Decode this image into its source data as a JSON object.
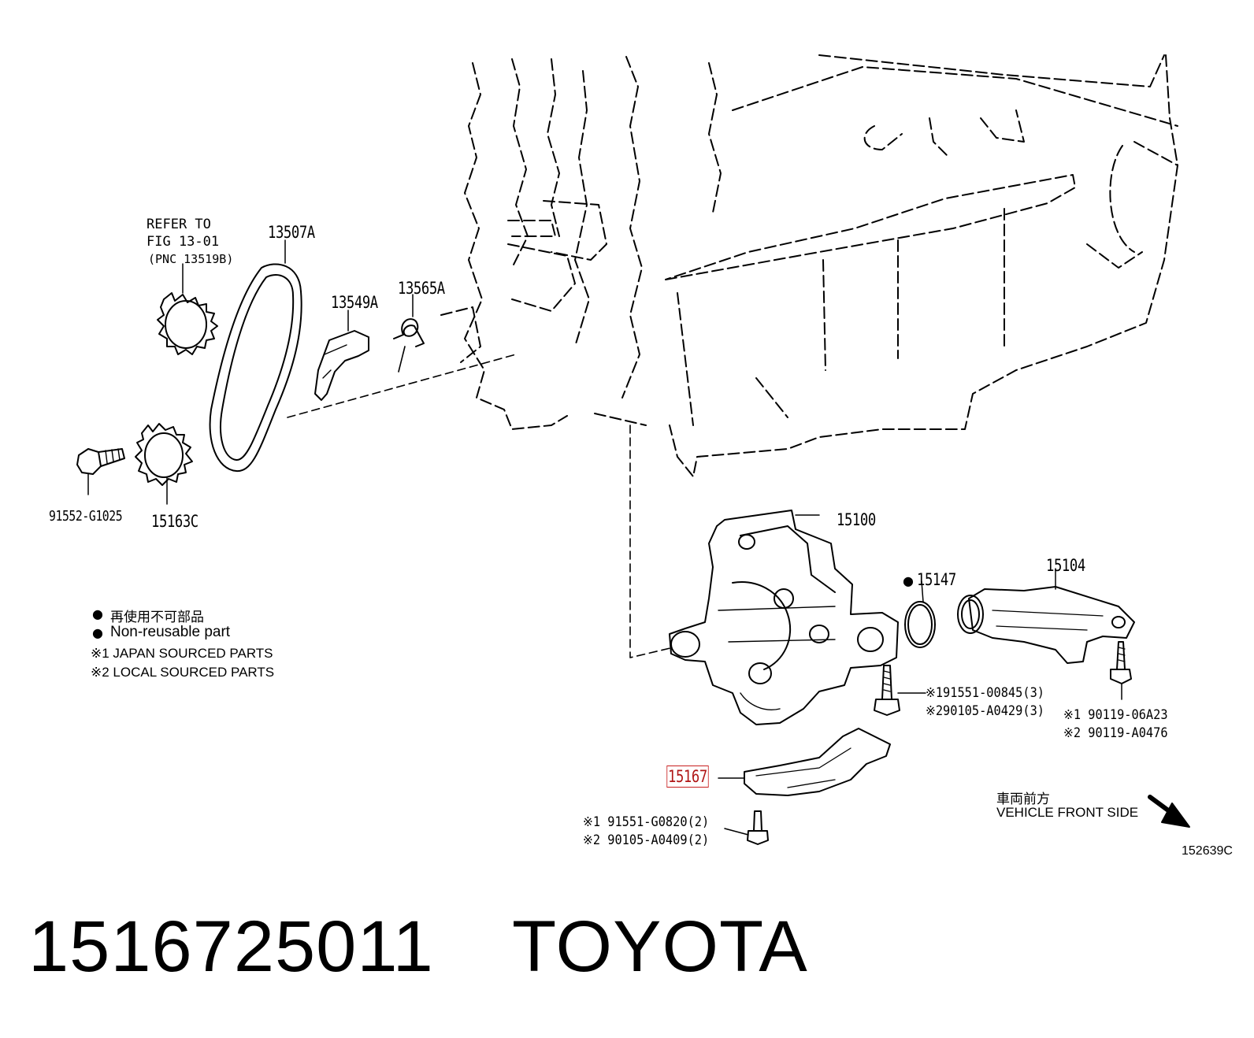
{
  "diagram": {
    "refer": {
      "line1": "REFER TO",
      "line2": "FIG 13-01",
      "line3": "(PNC 13519B)"
    },
    "parts": {
      "chain": "13507A",
      "slipper": "13549A",
      "spring": "13565A",
      "bolt": "91552-G1025",
      "sprocket": "15163C",
      "pump": "15100",
      "gasket": "15147",
      "strainer": "15104",
      "plate": "15167"
    },
    "bolt_refs": {
      "pump_bolt_1": "※191551-00845(3)",
      "pump_bolt_2": "※290105-A0429(3)",
      "strainer_bolt_1": "※1 90119-06A23",
      "strainer_bolt_2": "※2 90119-A0476",
      "plate_bolt_1": "※1 91551-G0820(2)",
      "plate_bolt_2": "※2 90105-A0409(2)"
    },
    "legend": {
      "jp_nonreusable": "再使用不可部品",
      "nonreusable": "Non-reusable part",
      "japan_sourced": "※1 JAPAN SOURCED PARTS",
      "local_sourced": "※2 LOCAL SOURCED PARTS"
    },
    "front": {
      "jp": "車両前方",
      "en": "VEHICLE FRONT SIDE"
    },
    "illustration_id": "152639C"
  },
  "caption": {
    "part_number": "1516725011",
    "brand": "TOYOTA"
  },
  "colors": {
    "line": "#000000",
    "highlight": "#c81e1e",
    "background": "#ffffff"
  }
}
